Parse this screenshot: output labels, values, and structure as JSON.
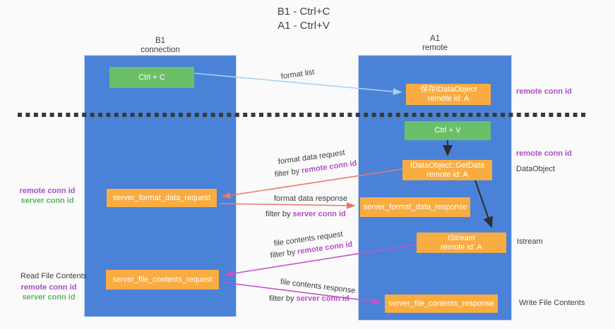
{
  "colors": {
    "background": "#fafafa",
    "lifeline_blue": "#4a82d8",
    "box_green": "#6bbf69",
    "box_orange": "#f9ac42",
    "arrow_light_blue": "#a9d3f2",
    "arrow_salmon": "#e8796f",
    "arrow_magenta": "#c653c6",
    "arrow_black": "#2f2f2f",
    "label_purple": "#a84dca",
    "label_green": "#5cb660",
    "text_dark": "#3c3c3c"
  },
  "title": {
    "line1": "B1 - Ctrl+C",
    "line2": "A1 - Ctrl+V"
  },
  "lifelines": {
    "left": {
      "name": "B1",
      "role": "connection"
    },
    "right": {
      "name": "A1",
      "role": "remote"
    }
  },
  "nodes": {
    "ctrl_c": {
      "label": "Ctrl + C"
    },
    "save_idataobject": {
      "line1": "保存IDataObject",
      "line2": "remote id: A"
    },
    "ctrl_v": {
      "label": "Ctrl + V"
    },
    "getdata": {
      "line1": "IDataObject::GetData",
      "line2": "remote id: A"
    },
    "format_request": {
      "label": "server_format_data_request"
    },
    "format_response": {
      "label": "server_format_data_response"
    },
    "istream": {
      "line1": "IStream",
      "line2": "remote id: A"
    },
    "file_request": {
      "label": "server_file_contents_request"
    },
    "file_response": {
      "label": "server_file_contents_response"
    }
  },
  "left_annotations": {
    "format": {
      "remote": "remote conn id",
      "server": "server conn id"
    },
    "file": {
      "title": "Read File Contents",
      "remote": "remote conn id",
      "server": "server conn id"
    }
  },
  "right_annotations": {
    "top_remote": "remote conn id",
    "mid_remote": "remote conn id",
    "dataobject": "DataObject",
    "istream": "Istream",
    "write": "Write File Contents"
  },
  "flow_labels": {
    "format_list": "format list",
    "format_request": "format data request",
    "format_request_filter_prefix": "filter by ",
    "format_request_filter_key": "remote conn id",
    "format_response": "format data response",
    "format_response_filter_prefix": "filter by ",
    "format_response_filter_key": "server conn id",
    "file_request": "file contents request",
    "file_request_filter_prefix": "filter by ",
    "file_request_filter_key": "remote conn id",
    "file_response": "file contents response",
    "file_response_filter_prefix": "filter by ",
    "file_response_filter_key": "server conn id"
  }
}
